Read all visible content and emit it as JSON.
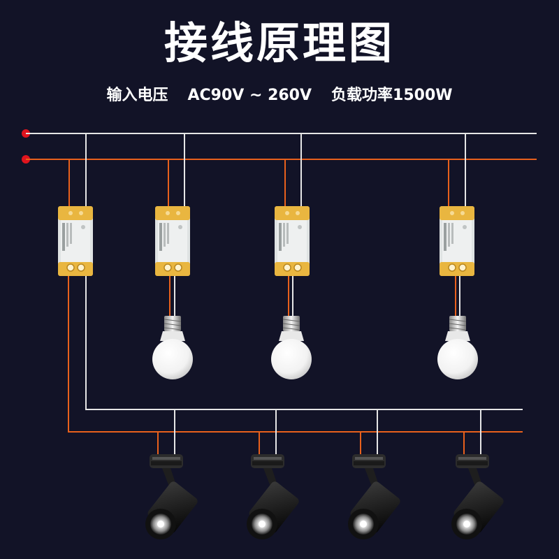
{
  "title": "接线原理图",
  "specs": {
    "input_voltage_label": "输入电压",
    "input_voltage_value": "AC90V ~ 260V",
    "load_power": "负载功率1500W"
  },
  "colors": {
    "background": "#121327",
    "live_wire": "#e8601c",
    "neutral_wire": "#e6e6e6",
    "terminal_dot": "#e0141e",
    "controller_gold": "#e9b640",
    "controller_body": "#e9ecec"
  },
  "components": {
    "controllers": 4,
    "bulbs": 3,
    "spotlights": 4
  }
}
